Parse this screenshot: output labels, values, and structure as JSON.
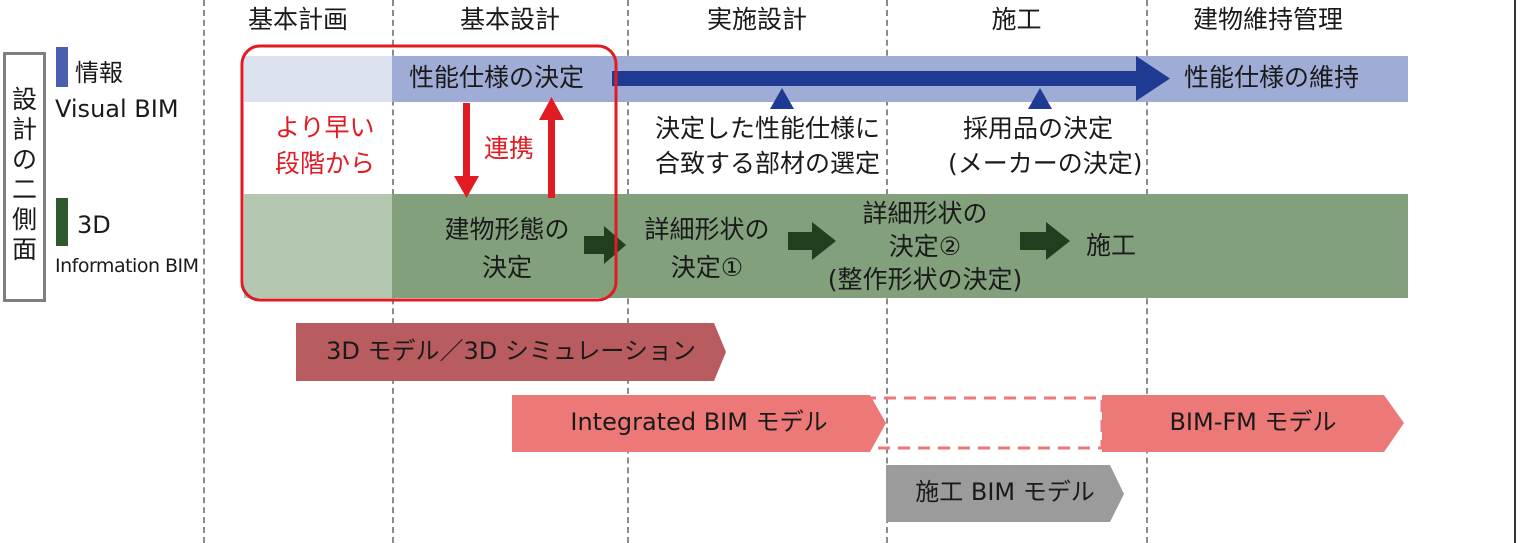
{
  "phases": [
    "基本計画",
    "基本設計",
    "実施設計",
    "施工",
    "建物維持管理"
  ],
  "aspects": {
    "label": [
      "設",
      "計",
      "の",
      "二",
      "側",
      "面"
    ],
    "information": {
      "name": "情報",
      "subtitle": "Visual BIM",
      "color": "#4a5fb0"
    },
    "three_d": {
      "name": "3D",
      "subtitle": "Information BIM",
      "color": "#2f5a2f"
    }
  },
  "visual_row": {
    "decide": "性能仕様の決定",
    "maintain": "性能仕様の維持",
    "note_1": [
      "決定した性能仕様に",
      "合致する部材の選定"
    ],
    "note_2": [
      "採用品の決定",
      "(メーカーの決定)"
    ],
    "colors": {
      "band": "#9fadd6",
      "band_light": "#dde2f1",
      "arrow": "#1f3a93"
    }
  },
  "early": {
    "text": [
      "より早い",
      "段階から"
    ],
    "link": "連携",
    "color": "#e01b24"
  },
  "info_row": {
    "steps": [
      [
        "建物形態の",
        "決定"
      ],
      [
        "詳細形状の",
        "決定①"
      ],
      [
        "詳細形状の",
        "決定②",
        "(整作形状の決定)"
      ],
      [
        "施工"
      ]
    ],
    "colors": {
      "band": "#82a07c",
      "band_light": "#b4c7b0",
      "arrow": "#1f3f1f"
    }
  },
  "models": {
    "simulation": {
      "label": "3D モデル／3D シミュレーション",
      "color": "#b85c5f"
    },
    "integrated": {
      "label": "Integrated BIM モデル",
      "color": "#ed7878"
    },
    "fm": {
      "label": "BIM-FM モデル",
      "color": "#ed7878"
    },
    "construction": {
      "label": "施工 BIM モデル",
      "color": "#9b9b9b"
    }
  }
}
